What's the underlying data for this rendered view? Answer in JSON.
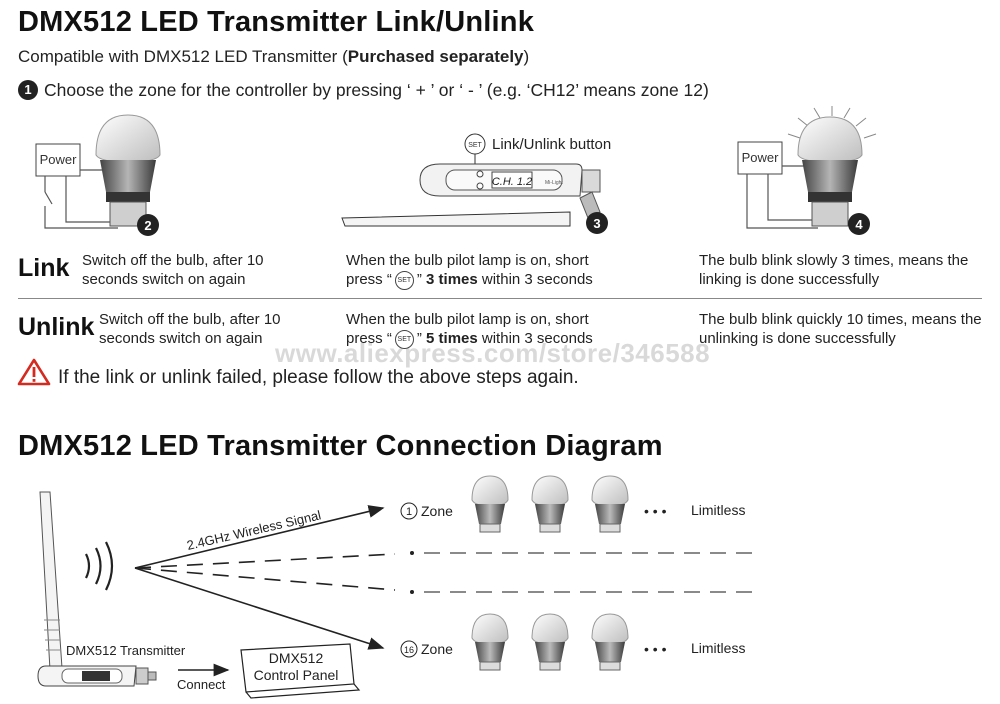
{
  "title1": "DMX512 LED Transmitter Link/Unlink",
  "subtitle_prefix": "Compatible with DMX512 LED Transmitter (",
  "subtitle_bold": "Purchased separately",
  "subtitle_suffix": ")",
  "step1": {
    "number": "1",
    "text": "Choose the zone for the controller by pressing ‘ + ’ or ‘ - ’  (e.g. ‘CH12’ means zone 12)"
  },
  "figures": {
    "power_label": "Power",
    "step2_number": "2",
    "step3_number": "3",
    "step4_number": "4",
    "set_label": "SET",
    "link_unlink_button": "Link/Unlink button",
    "display_text": "C.H. 1.2",
    "brand_text": "Mi-Light"
  },
  "link_row": {
    "label": "Link",
    "col1": "Switch off the bulb, after 10 seconds switch on again",
    "col2_line1": "When the bulb pilot lamp is on, short",
    "col2_pre": "press “",
    "col2_post": "”",
    "col2_bold": "3 times",
    "col2_tail": "within 3 seconds",
    "col3": "The bulb blink slowly 3 times, means the linking is done successfully"
  },
  "unlink_row": {
    "label": "Unlink",
    "col1": "Switch off the bulb, after 10 seconds switch on again",
    "col2_line1": "When the bulb pilot lamp is on, short",
    "col2_pre": "press “",
    "col2_post": "”",
    "col2_bold": "5 times",
    "col2_tail": "within 3 seconds",
    "col3": "The bulb blink quickly 10 times, means the unlinking is done successfully"
  },
  "watermark": "www.aliexpress.com/store/346588",
  "warning": "If the link or unlink failed, please follow the above steps again.",
  "title2": "DMX512 LED Transmitter Connection Diagram",
  "diagram": {
    "signal_label": "2.4GHz Wireless Signal",
    "transmitter_label": "DMX512 Transmitter",
    "connect_label": "Connect",
    "panel_line1": "DMX512",
    "panel_line2": "Control Panel",
    "zone1_number": "1",
    "zone16_number": "16",
    "zone_word": "Zone",
    "limitless": "Limitless",
    "dots": "• • •"
  },
  "colors": {
    "warning_red": "#d42a20",
    "text_dark": "#222222"
  }
}
